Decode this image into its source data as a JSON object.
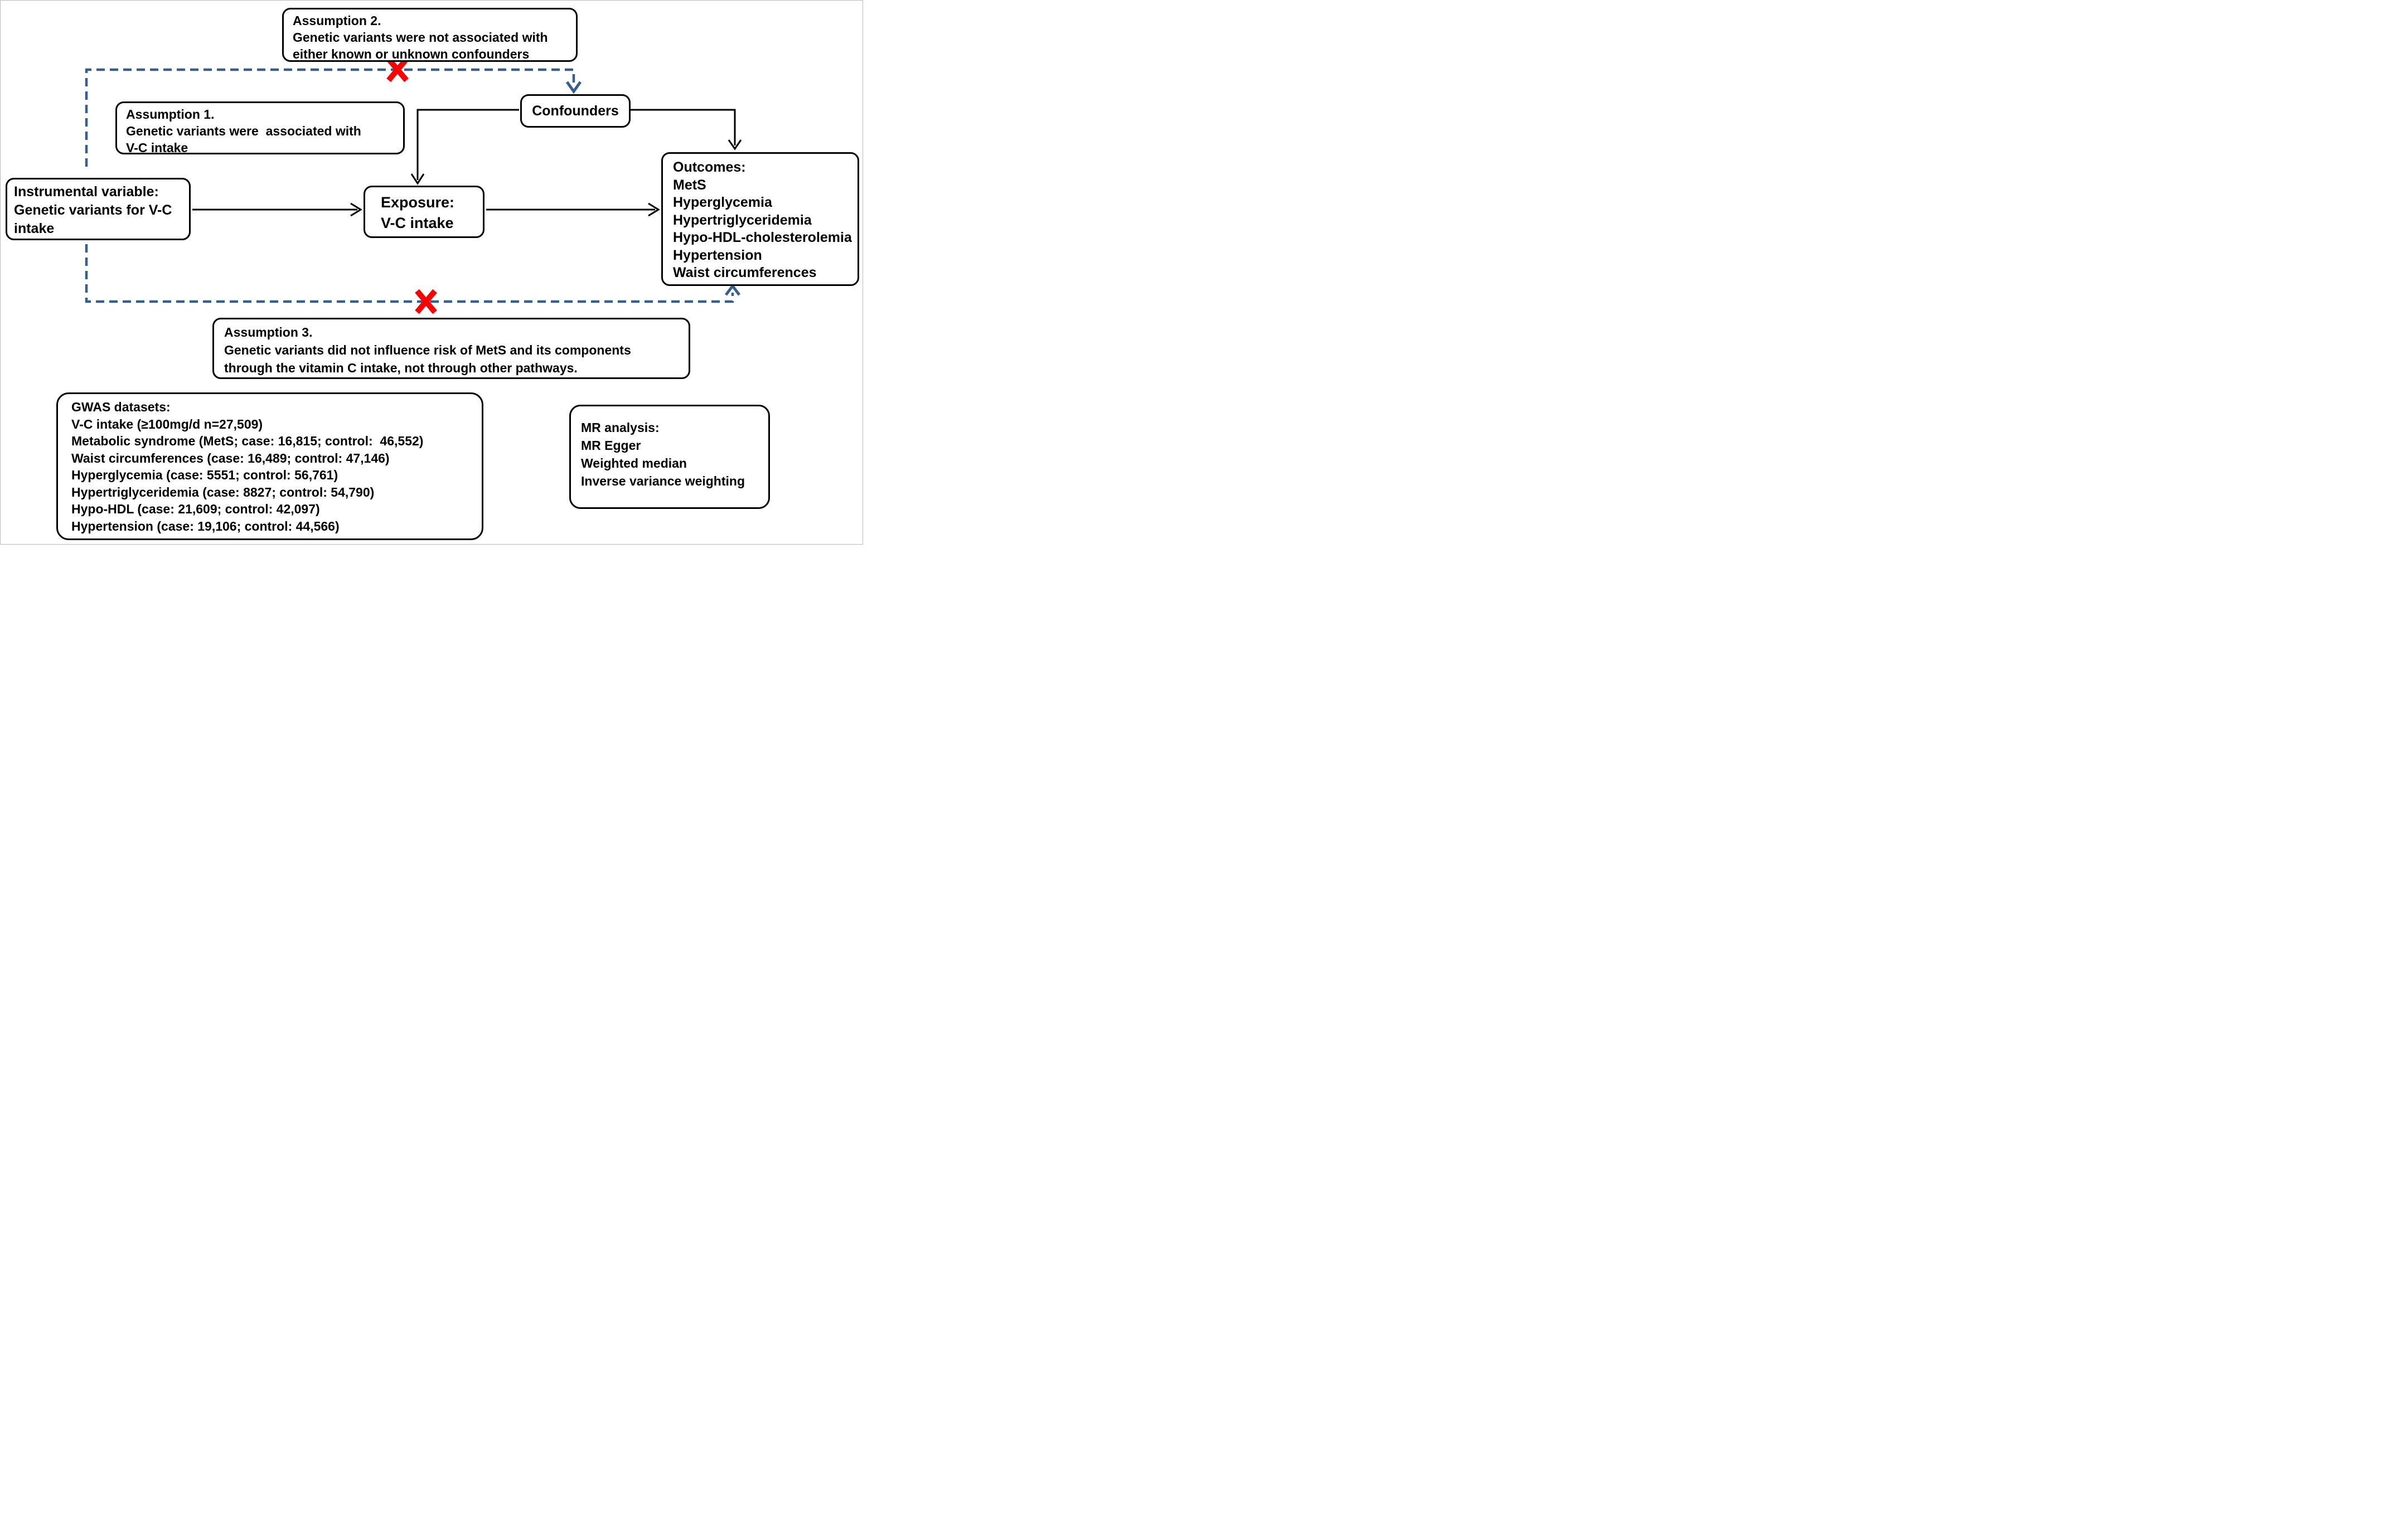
{
  "figure": {
    "kind": "Mendelian randomization assumptions diagram"
  },
  "boxes": {
    "assumption2": {
      "title": "Assumption 2.",
      "line1": "Genetic variants were not associated with",
      "line2": "either known or unknown confounders"
    },
    "assumption1": {
      "title": "Assumption 1.",
      "line1": "Genetic variants were  associated with",
      "line2": "V-C intake"
    },
    "confounders": {
      "label": "Confounders"
    },
    "instrumental": {
      "line1": "Instrumental variable:",
      "line2": "Genetic variants for V-C",
      "line3": "intake"
    },
    "exposure": {
      "line1": "Exposure:",
      "line2": "V-C intake"
    },
    "outcomes": {
      "title": "Outcomes:",
      "items": [
        "MetS",
        "Hyperglycemia",
        "Hypertriglyceridemia",
        "Hypo-HDL-cholesterolemia",
        "Hypertension",
        "Waist circumferences"
      ]
    },
    "assumption3": {
      "title": "Assumption 3.",
      "line1": "Genetic variants did not influence risk of MetS and its components",
      "line2": "through the vitamin C intake, not through other pathways."
    },
    "gwas": {
      "title": "GWAS datasets:",
      "items": [
        "V-C intake (≥100mg/d n=27,509)",
        "Metabolic syndrome (MetS; case: 16,815; control:  46,552)",
        "Waist circumferences (case: 16,489; control: 47,146)",
        "Hyperglycemia (case: 5551; control: 56,761)",
        "Hypertriglyceridemia (case: 8827; control: 54,790)",
        "Hypo-HDL (case: 21,609; control: 42,097)",
        "Hypertension (case: 19,106; control: 44,566)"
      ]
    },
    "mr": {
      "title": "MR analysis:",
      "items": [
        "MR Egger",
        "Weighted median",
        "Inverse variance weighting"
      ]
    }
  },
  "colors": {
    "dashed_blue": "#365f91",
    "cross_red": "#fe0000",
    "line_black": "#000000"
  }
}
